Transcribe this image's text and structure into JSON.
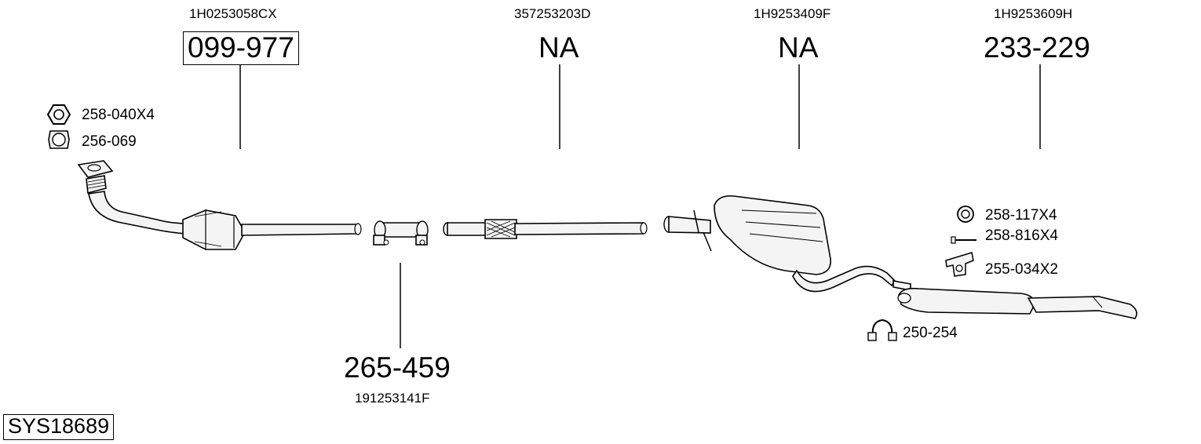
{
  "system_id": "SYS18689",
  "sections": [
    {
      "oe_number": "1H0253058CX",
      "part_number": "099-977",
      "boxed": true
    },
    {
      "oe_number": "357253203D",
      "part_number": "NA"
    },
    {
      "oe_number": "1H9253409F",
      "part_number": "NA"
    },
    {
      "oe_number": "1H9253609H",
      "part_number": "233-229"
    },
    {
      "oe_number": "191253141F",
      "part_number": "265-459"
    }
  ],
  "accessories": [
    {
      "part": "258-040X4",
      "icon": "nut-icon"
    },
    {
      "part": "256-069",
      "icon": "gasket-icon"
    },
    {
      "part": "258-117X4",
      "icon": "ring-icon"
    },
    {
      "part": "258-816X4",
      "icon": "bolt-icon"
    },
    {
      "part": "255-034X2",
      "icon": "rubber-hanger-icon"
    },
    {
      "part": "250-254",
      "icon": "clamp-icon"
    }
  ]
}
